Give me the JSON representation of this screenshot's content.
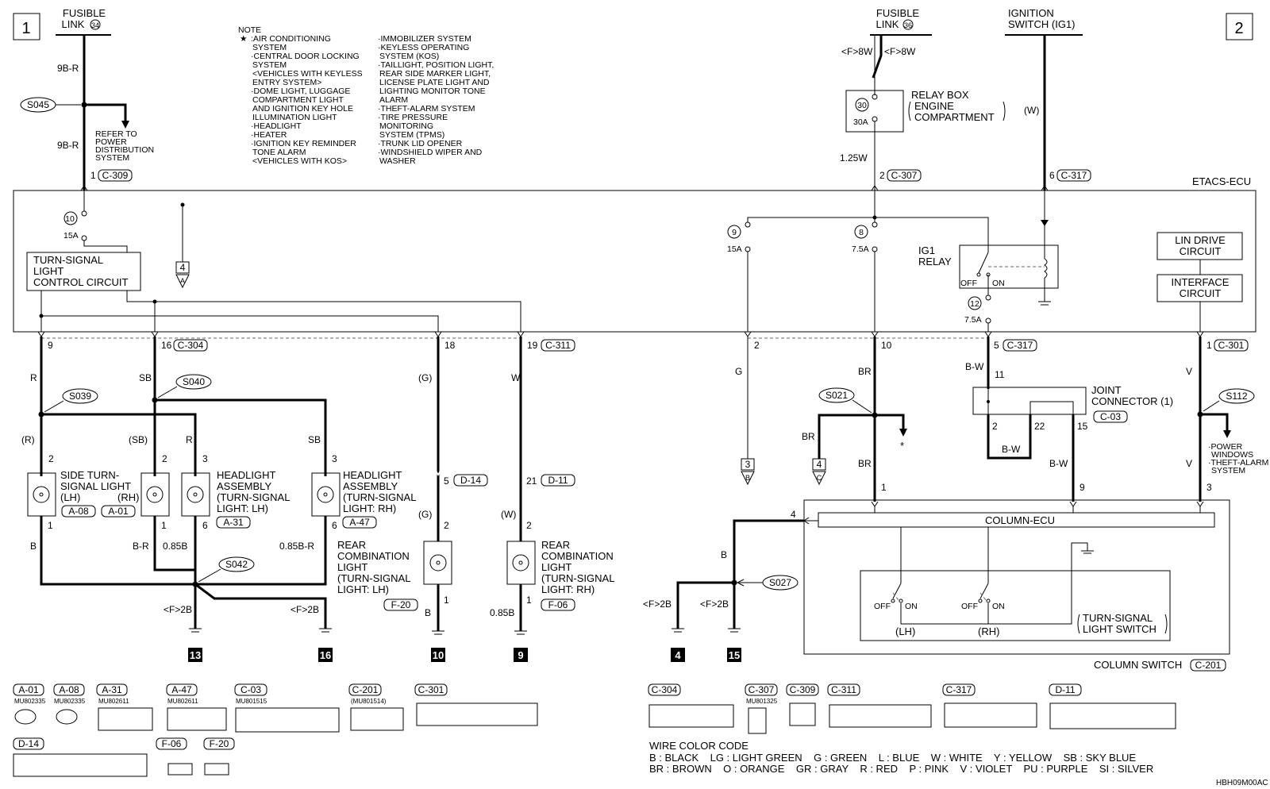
{
  "page_markers": {
    "left": "1",
    "right": "2"
  },
  "fusible_link_34": {
    "line1": "FUSIBLE",
    "line2": "LINK",
    "num": "34",
    "wire1": "9B-R",
    "wire2": "9B-R",
    "splice": "S045",
    "refer": [
      "REFER TO",
      "POWER",
      "DISTRIBUTION",
      "SYSTEM"
    ],
    "pin": "1",
    "conn": "C-309"
  },
  "note": {
    "head": "NOTE",
    "star": "★",
    "col1": [
      ":AIR CONDITIONING",
      "SYSTEM",
      "·CENTRAL DOOR LOCKING",
      "SYSTEM",
      "<VEHICLES WITH KEYLESS",
      "ENTRY SYSTEM>",
      "·DOME LIGHT, LUGGAGE",
      "COMPARTMENT LIGHT",
      "AND IGNITION KEY HOLE",
      "ILLUMINATION LIGHT",
      "·HEADLIGHT",
      "·HEATER",
      "·IGNITION KEY REMINDER",
      "TONE ALARM",
      "<VEHICLES WITH KOS>"
    ],
    "col2": [
      "·IMMOBILIZER SYSTEM",
      "·KEYLESS OPERATING",
      "SYSTEM (KOS)",
      "·TAILLIGHT, POSITION LIGHT,",
      "REAR SIDE MARKER LIGHT,",
      "LICENSE PLATE LIGHT AND",
      "LIGHTING MONITOR TONE",
      "ALARM",
      "·THEFT-ALARM SYSTEM",
      "·TIRE PRESSURE",
      "MONITORING",
      "SYSTEM (TPMS)",
      "·TRUNK LID OPENER",
      "·WINDSHIELD WIPER AND",
      "WASHER"
    ]
  },
  "fusible_link_36": {
    "line1": "FUSIBLE",
    "line2": "LINK",
    "num": "36",
    "w1": "<F>8W",
    "w2": "<F>8W",
    "wire": "1.25W",
    "pin": "2",
    "conn": "C-307"
  },
  "relay_box": {
    "num": "30",
    "amp": "30A",
    "l1": "RELAY BOX",
    "l2": "ENGINE",
    "l3": "COMPARTMENT"
  },
  "ignition": {
    "l1": "IGNITION",
    "l2": "SWITCH (IG1)",
    "wire": "(W)",
    "pin": "6",
    "conn": "C-317"
  },
  "etacs": {
    "title": "ETACS-ECU",
    "fuse10": {
      "num": "10",
      "amp": "15A"
    },
    "fuse9": {
      "num": "9",
      "amp": "15A"
    },
    "fuse8": {
      "num": "8",
      "amp": "7.5A"
    },
    "fuse12": {
      "num": "12",
      "amp": "7.5A"
    },
    "tsl": [
      "TURN-SIGNAL",
      "LIGHT",
      "CONTROL CIRCUIT"
    ],
    "ig1": [
      "IG1",
      "RELAY"
    ],
    "off": "OFF",
    "on": "ON",
    "lin": [
      "LIN DRIVE",
      "CIRCUIT"
    ],
    "iface": [
      "INTERFACE",
      "CIRCUIT"
    ],
    "refA": "4",
    "refAletter": "A"
  },
  "out_pins": {
    "p9": "9",
    "p16": "16",
    "c304": "C-304",
    "p18": "18",
    "p19": "19",
    "c311": "C-311",
    "p2": "2",
    "p10": "10",
    "p5": "5",
    "c317": "C-317",
    "p1": "1",
    "c301": "C-301"
  },
  "left": {
    "wR": "R",
    "wSB": "SB",
    "s039": "S039",
    "s040": "S040",
    "side": [
      "SIDE TURN-",
      "SIGNAL LIGHT",
      "(LH)",
      "(RH)"
    ],
    "a08": "A-08",
    "a01": "A-01",
    "hlh": [
      "HEADLIGHT",
      "ASSEMBLY",
      "(TURN-SIGNAL",
      "LIGHT: LH)"
    ],
    "a31": "A-31",
    "hrh": [
      "HEADLIGHT",
      "ASSEMBLY",
      "(TURN-SIGNAL",
      "LIGHT: RH)"
    ],
    "a47": "A-47",
    "pR": "(R)",
    "pSB": "(SB)",
    "wR2": "R",
    "wSB2": "SB",
    "pin2a": "2",
    "pin2b": "2",
    "pin3a": "3",
    "pin3b": "3",
    "pin1a": "1",
    "pin1b": "1",
    "pin6a": "6",
    "pin6b": "6",
    "wB": "B",
    "wBR": "B-R",
    "w085B": "0.85B",
    "w085BR": "0.85B-R",
    "s042": "S042",
    "f2b1": "<F>2B",
    "f2b2": "<F>2B",
    "g13": "13",
    "g16": "16"
  },
  "rear": {
    "wG": "(G)",
    "wW": "W",
    "p5": "5",
    "d14": "D-14",
    "p21": "21",
    "d11": "D-11",
    "pG": "(G)",
    "pW": "(W)",
    "p2a": "2",
    "p2b": "2",
    "lh": [
      "REAR",
      "COMBINATION",
      "LIGHT",
      "(TURN-SIGNAL",
      "LIGHT: LH)"
    ],
    "f20": "F-20",
    "rh": [
      "REAR",
      "COMBINATION",
      "LIGHT",
      "(TURN-SIGNAL",
      "LIGHT: RH)"
    ],
    "f06": "F-06",
    "p1a": "1",
    "p1b": "1",
    "wB": "B",
    "w085B": "0.85B",
    "g10": "10",
    "g9": "9"
  },
  "right": {
    "wG": "G",
    "ref3": "3",
    "ref3l": "B",
    "wBR": "BR",
    "s021": "S021",
    "wBR2": "BR",
    "wBR3": "BR",
    "ref4": "4",
    "ref4l": "C",
    "star": "*",
    "wBW": "B-W",
    "p11": "11",
    "jc": [
      "JOINT",
      "CONNECTOR (1)"
    ],
    "c03": "C-03",
    "p2": "2",
    "p22": "22",
    "p15": "15",
    "wBW2": "B-W",
    "wBW3": "B-W",
    "wV": "V",
    "s112": "S112",
    "wV2": "V",
    "pw": [
      "·POWER",
      "WINDOWS",
      "·THEFT-ALARM",
      "SYSTEM"
    ],
    "p1": "1",
    "p9": "9",
    "p3": "3",
    "p4": "4",
    "column_ecu": "COLUMN-ECU",
    "wB": "B",
    "s027": "S027",
    "f2b1": "<F>2B",
    "f2b2": "<F>2B",
    "g4": "4",
    "g15": "15",
    "off1": "OFF",
    "on1": "ON",
    "off2": "OFF",
    "on2": "ON",
    "lh": "(LH)",
    "rh": "(RH)",
    "tls": [
      "TURN-SIGNAL",
      "LIGHT SWITCH"
    ],
    "colsw": "COLUMN SWITCH",
    "c201": "C-201"
  },
  "connectors": [
    {
      "id": "A-01",
      "part": "MU802335"
    },
    {
      "id": "A-08",
      "part": "MU802335"
    },
    {
      "id": "A-31",
      "part": "MU802611"
    },
    {
      "id": "A-47",
      "part": "MU802611"
    },
    {
      "id": "C-03",
      "part": "MU801515"
    },
    {
      "id": "C-201",
      "part": "(MU801514)"
    },
    {
      "id": "C-301",
      "part": ""
    },
    {
      "id": "D-14",
      "part": ""
    },
    {
      "id": "F-06",
      "part": ""
    },
    {
      "id": "F-20",
      "part": ""
    },
    {
      "id": "C-304",
      "part": ""
    },
    {
      "id": "C-307",
      "part": "MU801325"
    },
    {
      "id": "C-309",
      "part": ""
    },
    {
      "id": "C-311",
      "part": ""
    },
    {
      "id": "C-317",
      "part": ""
    },
    {
      "id": "D-11",
      "part": ""
    }
  ],
  "wire_color_code": {
    "title": "WIRE COLOR CODE",
    "row1": "B : BLACK    LG : LIGHT GREEN    G : GREEN    L : BLUE    W : WHITE    Y : YELLOW    SB : SKY BLUE",
    "row2": "BR : BROWN    O : ORANGE    GR : GRAY    R : RED    P : PINK    V : VIOLET    PU : PURPLE    SI : SILVER"
  },
  "doc_code": "HBH09M00AC"
}
